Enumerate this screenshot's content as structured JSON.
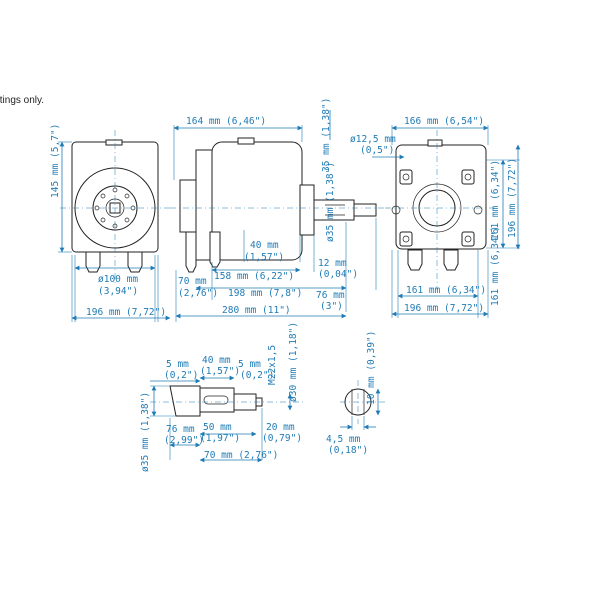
{
  "clipped_text": "fittings only.",
  "front_view": {
    "height": "145 mm (5,7\")",
    "bore": "ø100 mm",
    "bore_in": "(3,94\")",
    "width": "196 mm (7,72\")"
  },
  "side_view": {
    "width_top": "164 mm (6,46\")",
    "top_right": "35 mm (1,38\")",
    "shaft_dia": "ø35 mm (1,38\")",
    "d40": "40 mm",
    "d40_in": "(1,57\")",
    "d12": "12 mm",
    "d12_in": "(0,04\")",
    "d70": "70 mm",
    "d70_in": "(2,76\")",
    "d158": "158 mm (6,22\")",
    "d198": "198 mm (7,8\")",
    "d76": "76 mm",
    "d76_in": "(3\")",
    "d280": "280 mm (11\")"
  },
  "rear_view": {
    "width_top": "166 mm (6,54\")",
    "hole_dia": "ø12,5 mm",
    "hole_dia_in": "(0,5\")",
    "h161_a": "161 mm (6,34\")",
    "h196": "196 mm (7,72\")",
    "h161_b": "161 mm (6,34\")",
    "w161": "161 mm (6,34\")",
    "w196": "196 mm (7,72\")"
  },
  "shaft_detail": {
    "d5a": "5 mm",
    "d5a_in": "(0,2\")",
    "d40": "40 mm",
    "d40_in": "(1,57\")",
    "d5b": "5 mm",
    "d5b_in": "(0,2\")",
    "thread": "M22x1,5",
    "dia30": "ø30 mm (1,18\")",
    "dia35": "ø35 mm (1,38\")",
    "d76": "76 mm",
    "d76_in": "(2,99\")",
    "d50": "50 mm",
    "d50_in": "(1,97\")",
    "d20": "20 mm",
    "d20_in": "(0,79\")",
    "d70": "70 mm (2,76\")"
  },
  "key_detail": {
    "d10": "10 mm (0,39\")",
    "d45": "4,5 mm",
    "d45_in": "(0,18\")"
  }
}
